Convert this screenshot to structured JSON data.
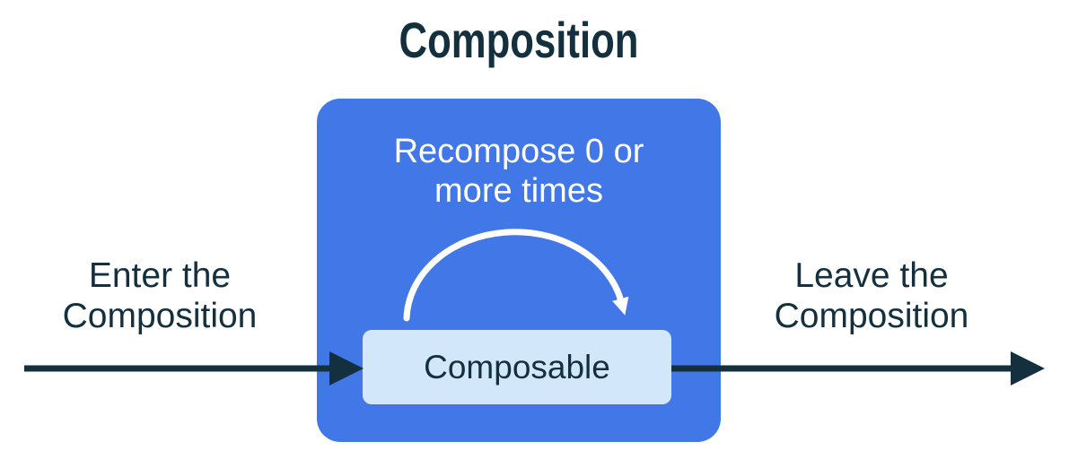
{
  "diagram": {
    "title": "Composition",
    "recompose_label": "Recompose 0 or\nmore times",
    "composable_label": "Composable",
    "enter_label": "Enter the\nComposition",
    "leave_label": "Leave the\nComposition",
    "colors": {
      "composition_box_blue": "#4277E7",
      "composable_box_light_blue": "#D2E8FA",
      "text_dark_navy": "#14303E",
      "loop_arrow_white": "#FFFFFF",
      "background": "#FFFFFF"
    }
  }
}
